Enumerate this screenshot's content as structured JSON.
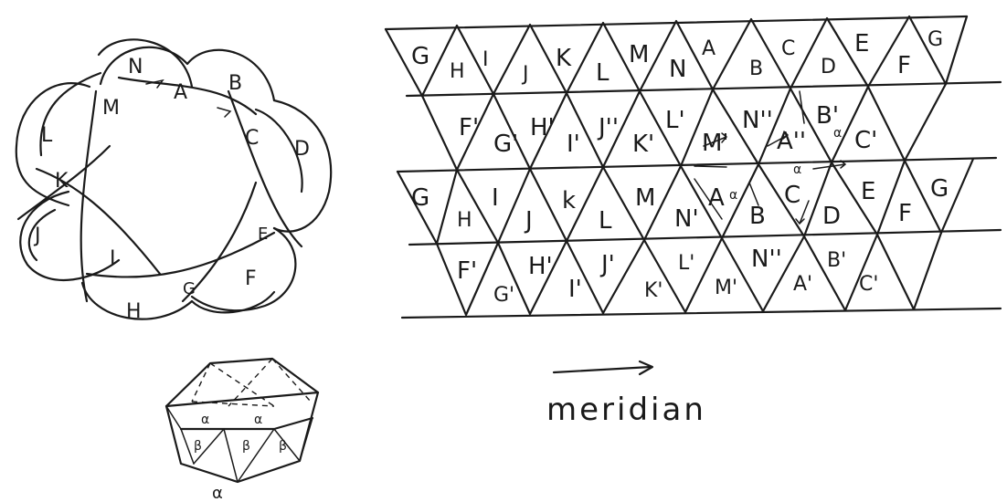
{
  "knot": {
    "labels": [
      "N",
      "A",
      "B",
      "M",
      "L",
      "C",
      "D",
      "K",
      "J",
      "E",
      "I",
      "G",
      "F",
      "H"
    ]
  },
  "grid": {
    "row1": [
      "G",
      "H",
      "I",
      "J",
      "K",
      "L",
      "M",
      "N",
      "A",
      "B",
      "C",
      "D",
      "E",
      "F",
      "G"
    ],
    "row2": [
      "F'",
      "G'",
      "H'",
      "I'",
      "J''",
      "K'",
      "L'",
      "M'",
      "N''",
      "A''",
      "B'",
      "C'"
    ],
    "row3": [
      "G",
      "H",
      "I",
      "J",
      "k",
      "L",
      "M",
      "N'",
      "A",
      "B",
      "C",
      "D",
      "E",
      "F",
      "G"
    ],
    "row4": [
      "F'",
      "G'",
      "H'",
      "I'",
      "J'",
      "K'",
      "L'",
      "M'",
      "N''",
      "A'",
      "B'",
      "C'"
    ],
    "marks": [
      "α",
      "α",
      "α"
    ]
  },
  "polyhedron": {
    "marks": [
      "α",
      "α",
      "β",
      "β",
      "β",
      "α"
    ]
  },
  "caption": "meridian"
}
